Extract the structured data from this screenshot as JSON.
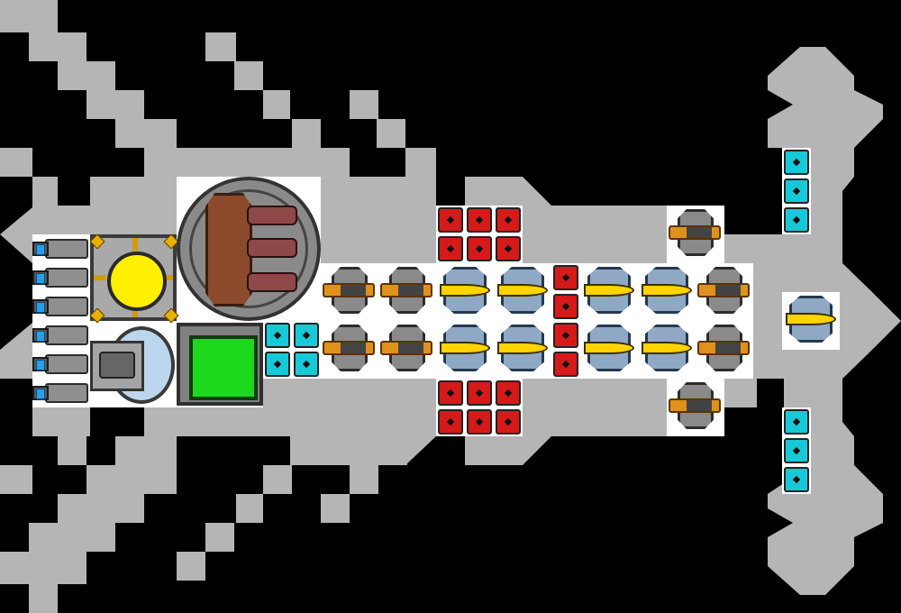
{
  "scene": {
    "type": "ship-design-view",
    "colors": {
      "background": "#000000",
      "hull": "#b5b5b5",
      "module_panel": "#ffffff",
      "cyan_block": "#17c9d6",
      "red_block": "#d61a1a",
      "reactor_core": "#ffef00",
      "cargo_core": "#1dd81d",
      "thruster_light": "#2a9fe8",
      "laser_beam": "#ffd400",
      "cannon_tube": "#e0911c"
    }
  },
  "modules": {
    "thrusters": 6,
    "reactors": 1,
    "gyroscopes": 1,
    "turrets": 1,
    "cargo_bays": 1,
    "cyan_blocks": 10,
    "red_blocks": 16,
    "cannons": 8,
    "lasers": 9
  }
}
